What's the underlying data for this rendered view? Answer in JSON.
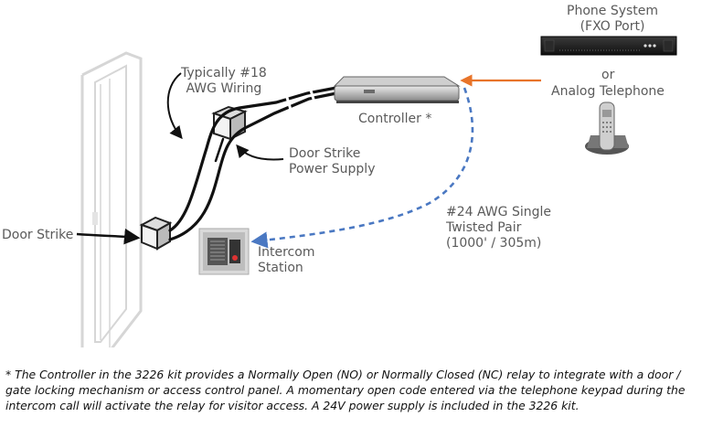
{
  "labels": {
    "awg18": [
      "Typically #18",
      "AWG Wiring"
    ],
    "controller": "Controller *",
    "phone_system": [
      "Phone System",
      "(FXO Port)"
    ],
    "or": "or",
    "analog_telephone": "Analog Telephone",
    "power_supply": [
      "Door Strike",
      "Power Supply"
    ],
    "door_strike": "Door Strike",
    "awg24": [
      "#24 AWG Single",
      "Twisted Pair",
      "(1000' / 305m)"
    ],
    "intercom": [
      "Intercom",
      "Station"
    ]
  },
  "footnote": "* The Controller in the 3226 kit provides a Normally Open (NO) or Normally Closed (NC) relay to integrate with a door / gate locking mechanism or access control panel. A momentary open code entered via the telephone keypad during the intercom call will activate the relay for visitor access. A 24V power supply is included in the 3226 kit.",
  "colors": {
    "orange_arrow": "#e8742a",
    "blue_dashed": "#4a78c2",
    "wire": "#111111"
  }
}
